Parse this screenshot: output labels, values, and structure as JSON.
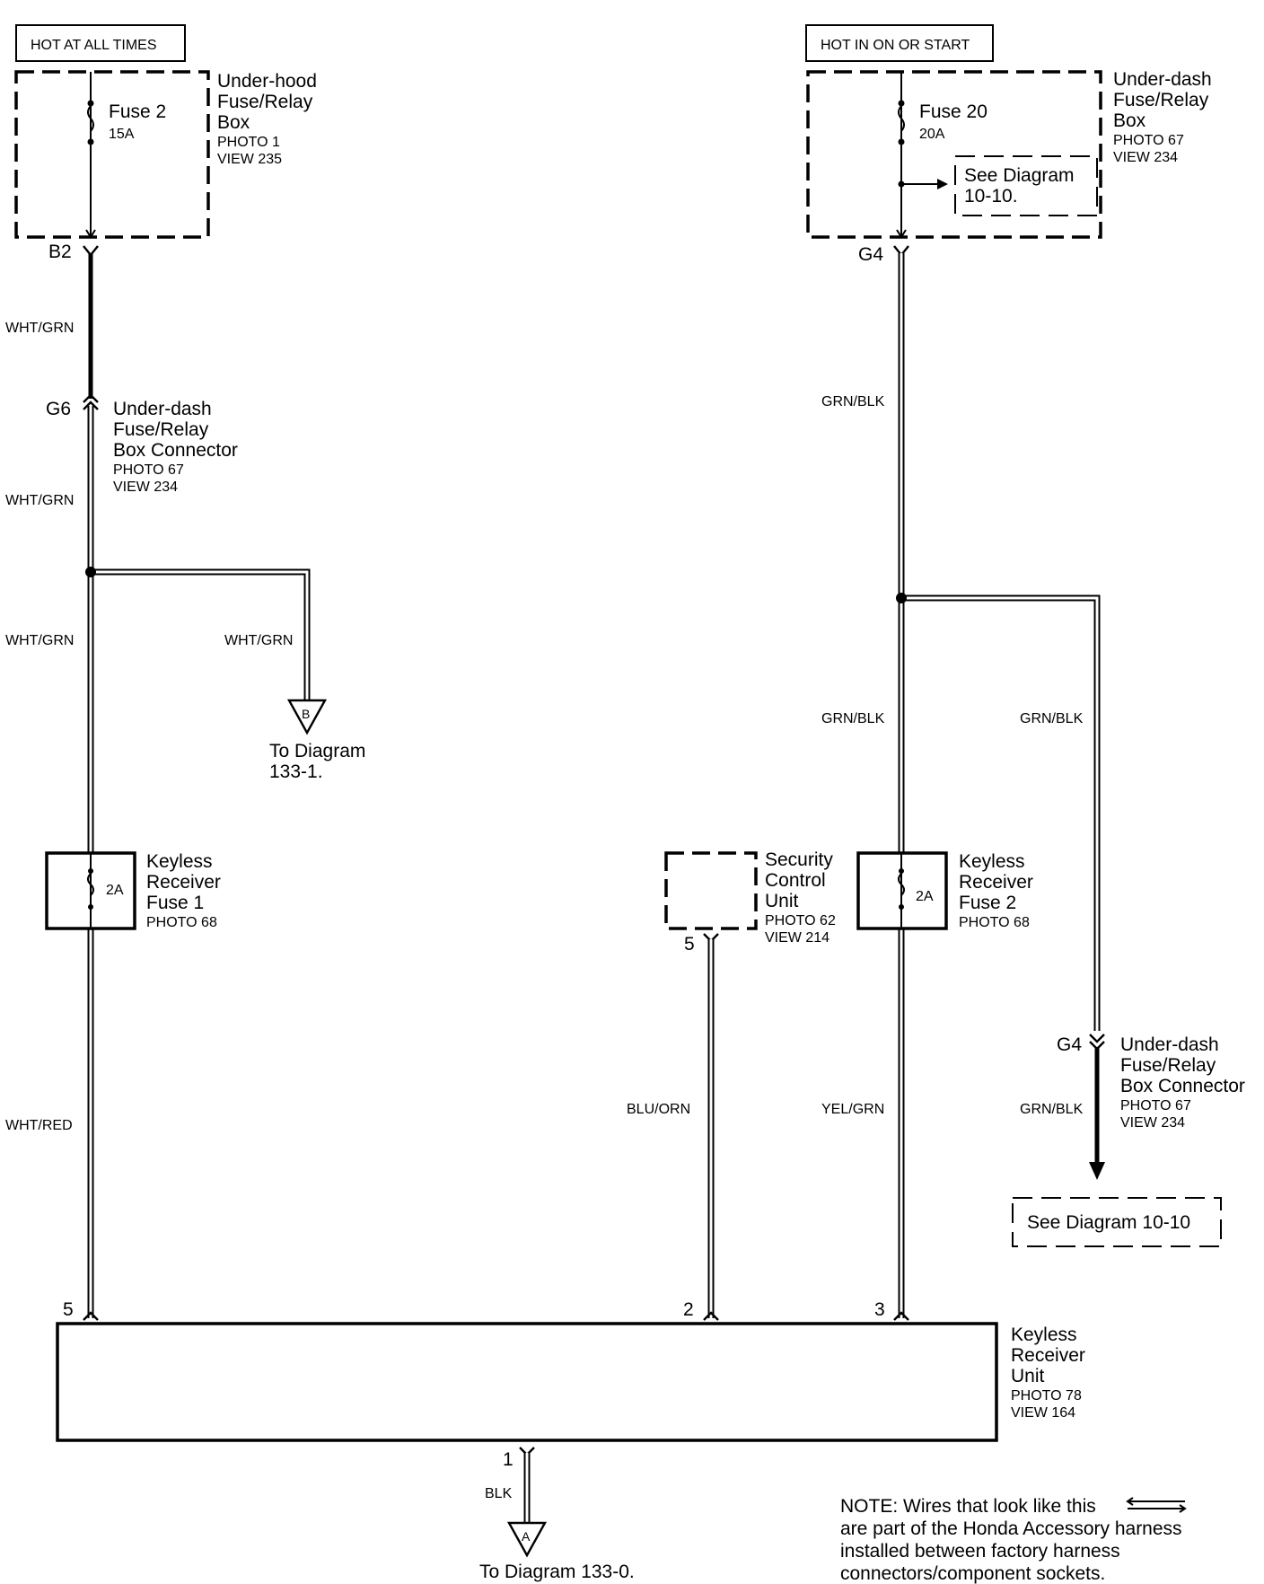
{
  "power_labels": {
    "left": "HOT AT ALL TIMES",
    "right": "HOT IN ON OR START"
  },
  "underhood_box": {
    "title_lines": [
      "Under-hood",
      "Fuse/Relay",
      "Box"
    ],
    "photo": "PHOTO 1",
    "view": "VIEW 235",
    "fuse_name": "Fuse 2",
    "fuse_rating": "15A",
    "pin": "B2"
  },
  "underdash_box": {
    "title_lines": [
      "Under-dash",
      "Fuse/Relay",
      "Box"
    ],
    "photo": "PHOTO 67",
    "view": "VIEW 234",
    "fuse_name": "Fuse 20",
    "fuse_rating": "20A",
    "see_diagram_lines": [
      "See Diagram",
      "10-10."
    ],
    "pin": "G4"
  },
  "connector_g6": {
    "pin": "G6",
    "title_lines": [
      "Under-dash",
      "Fuse/Relay",
      "Box Connector"
    ],
    "photo": "PHOTO 67",
    "view": "VIEW 234"
  },
  "connector_g4": {
    "pin": "G4",
    "title_lines": [
      "Under-dash",
      "Fuse/Relay",
      "Box Connector"
    ],
    "photo": "PHOTO 67",
    "view": "VIEW 234"
  },
  "wire_colors": {
    "wht_grn": "WHT/GRN",
    "grn_blk": "GRN/BLK",
    "wht_red": "WHT/RED",
    "blu_orn": "BLU/ORN",
    "yel_grn": "YEL/GRN",
    "blk": "BLK"
  },
  "ref_b": {
    "letter": "B",
    "lines": [
      "To Diagram",
      "133-1."
    ]
  },
  "ref_a": {
    "letter": "A",
    "text": "To Diagram 133-0."
  },
  "fuse1": {
    "rating": "2A",
    "title_lines": [
      "Keyless",
      "Receiver",
      "Fuse 1"
    ],
    "photo": "PHOTO 68"
  },
  "fuse2": {
    "rating": "2A",
    "title_lines": [
      "Keyless",
      "Receiver",
      "Fuse 2"
    ],
    "photo": "PHOTO 68"
  },
  "security_unit": {
    "title_lines": [
      "Security",
      "Control",
      "Unit"
    ],
    "photo": "PHOTO 62",
    "view": "VIEW 214",
    "pin": "5"
  },
  "see_diagram_bottom": "See Diagram 10-10",
  "receiver_unit": {
    "title_lines": [
      "Keyless",
      "Receiver",
      "Unit"
    ],
    "photo": "PHOTO 78",
    "view": "VIEW 164",
    "pins": [
      "5",
      "2",
      "3",
      "1"
    ]
  },
  "note": {
    "line1": "NOTE: Wires that look like this",
    "line2": "are part of the Honda Accessory harness",
    "line3": "installed between factory harness",
    "line4": "connectors/component sockets."
  }
}
